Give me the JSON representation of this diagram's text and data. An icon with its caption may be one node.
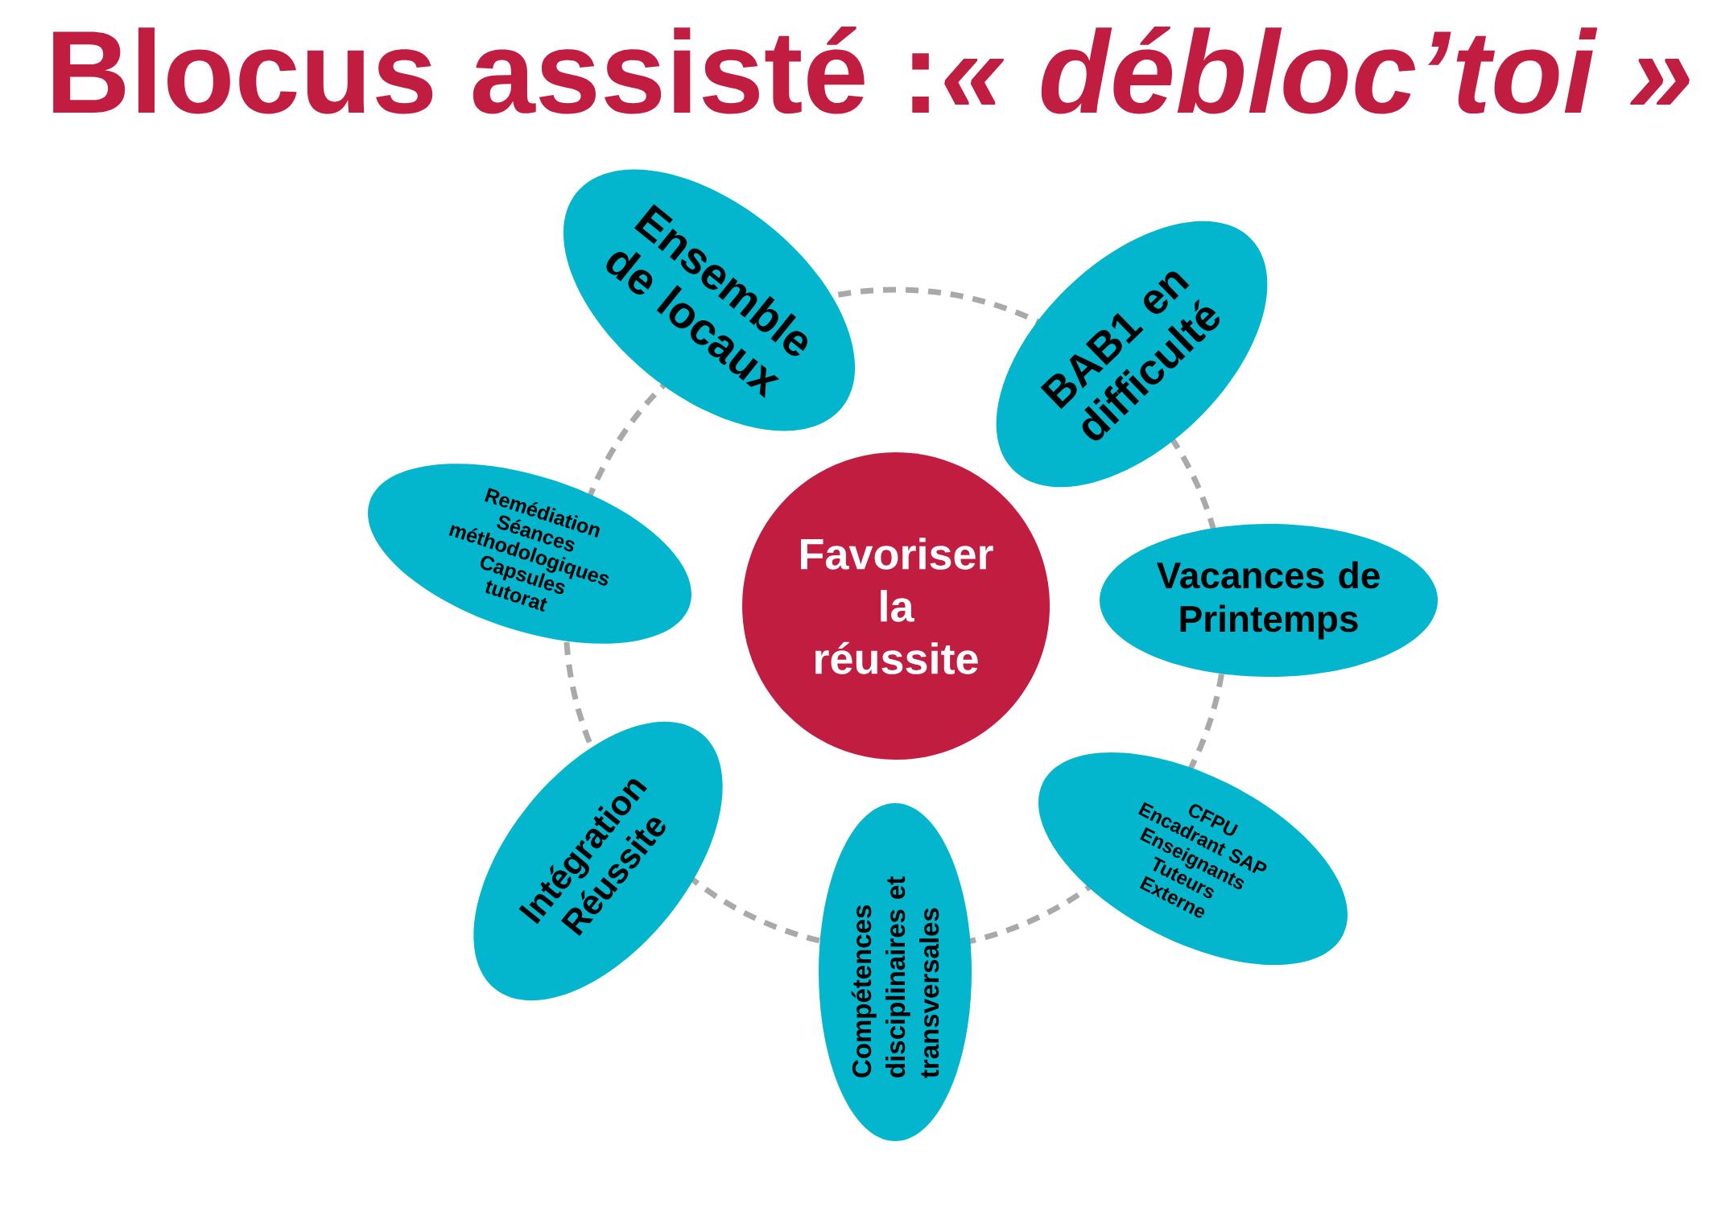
{
  "diagram": {
    "title": "Blocus assisté :*« débloc’toi »*",
    "nodes": [
      {
        "text": [
          "Ensemble de locaux"
        ]
      },
      {
        "text": [
          "BAB1 en difficulté"
        ]
      },
      {
        "text": [
          "Remédiation",
          "Séances méthodologiques",
          "Capsules",
          "tutorat"
        ]
      },
      {
        "text": [
          "Favoriser la réussite"
        ]
      },
      {
        "text": [
          "Vacances de Printemps"
        ]
      },
      {
        "text": [
          "Intégration Réussite"
        ]
      },
      {
        "text": [
          "CFPU",
          "Encadrant SAP",
          "Enseignants",
          "Tuteurs",
          "Externe"
        ]
      },
      {
        "text": [
          "Compétences disciplinaires et transversales"
        ]
      }
    ]
  }
}
